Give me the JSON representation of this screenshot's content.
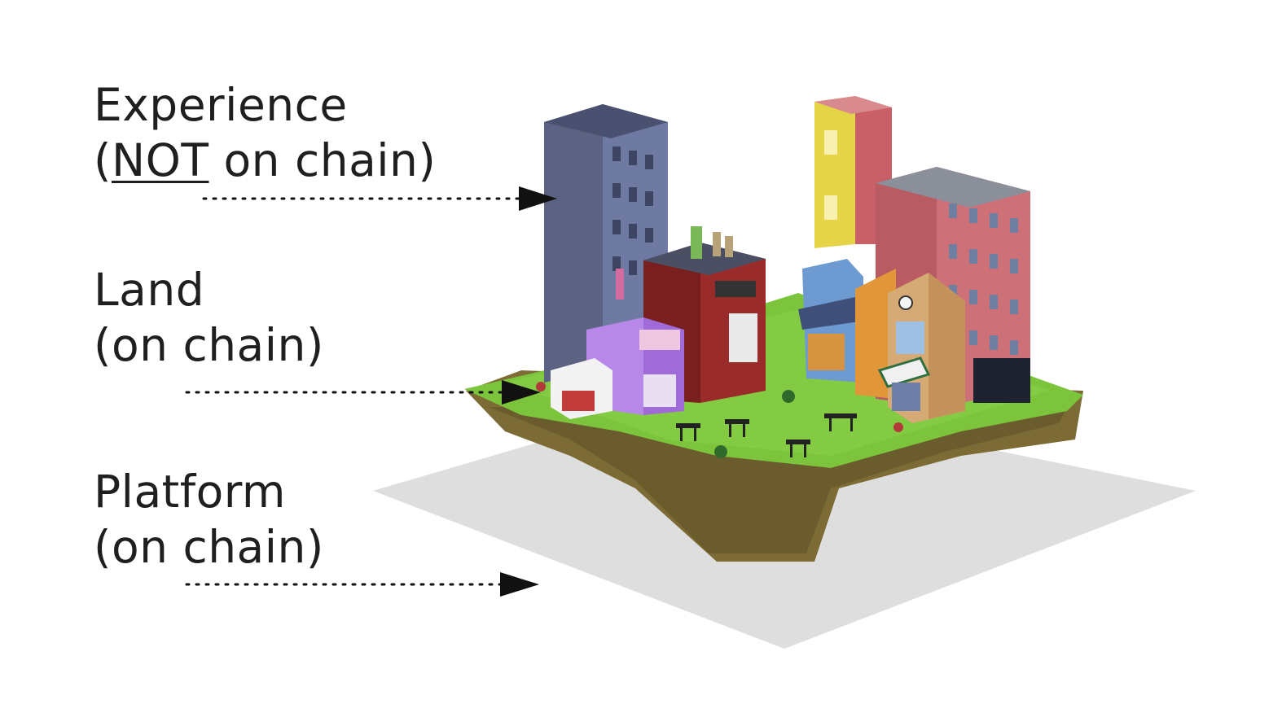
{
  "layers": [
    {
      "name": "Experience",
      "note_prefix": "(",
      "note_emph": "NOT",
      "note_suffix": " on chain)"
    },
    {
      "name": "Land",
      "note": "(on chain)"
    },
    {
      "name": "Platform",
      "note": "(on chain)"
    }
  ],
  "colors": {
    "text": "#1f1f1f",
    "arrow": "#111111",
    "platform": "#dcdcdc",
    "grass": "#79c23a",
    "soil": "#7a6a35"
  }
}
